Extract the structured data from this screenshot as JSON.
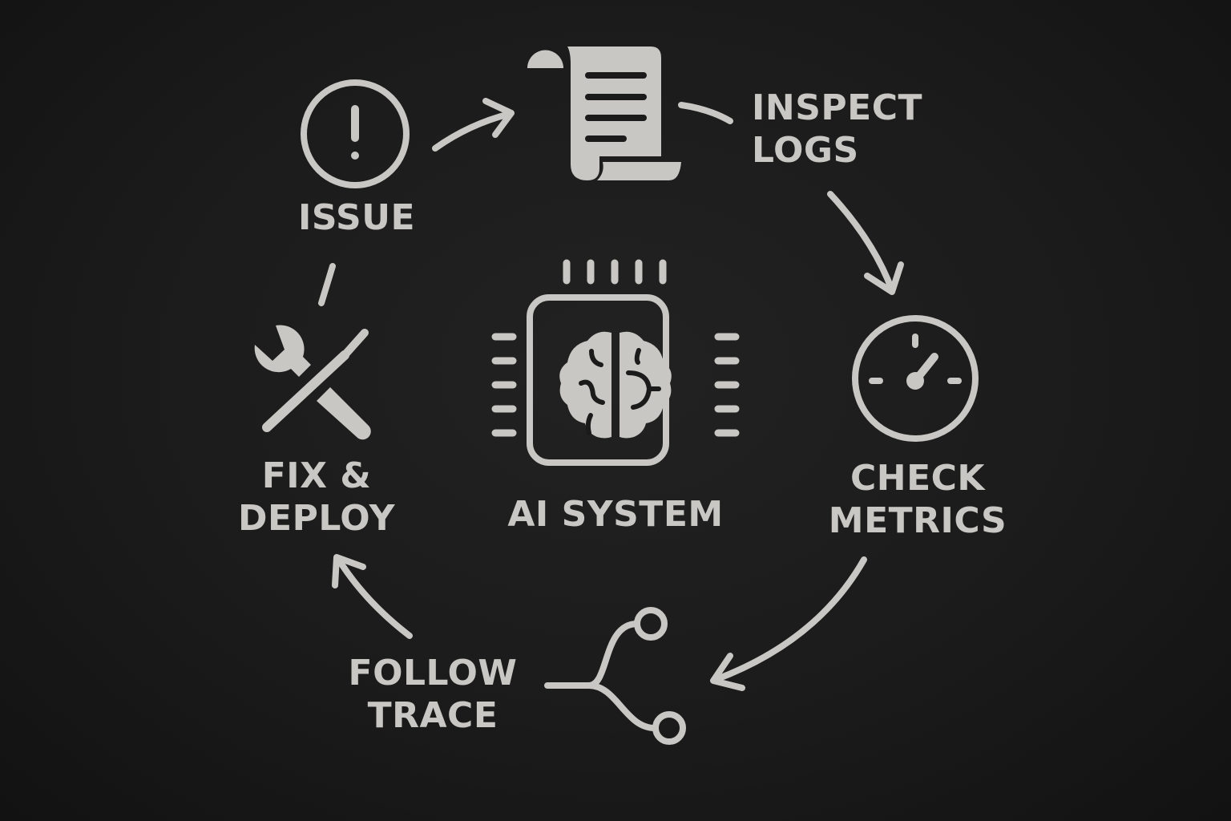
{
  "title": "AI System Debugging Cycle",
  "colors": {
    "background": "#1b1b1b",
    "foreground": "#c9c7c3"
  },
  "center": {
    "label": "AI SYSTEM",
    "icon": "chip-brain-icon"
  },
  "steps": [
    {
      "line1": "ISSUE",
      "line2": "",
      "icon": "alert-circle-icon"
    },
    {
      "line1": "INSPECT",
      "line2": "LOGS",
      "icon": "scroll-icon"
    },
    {
      "line1": "CHECK",
      "line2": "METRICS",
      "icon": "gauge-icon"
    },
    {
      "line1": "FOLLOW",
      "line2": "TRACE",
      "icon": "trace-icon"
    },
    {
      "line1": "FIX &",
      "line2": "DEPLOY",
      "icon": "tools-icon"
    }
  ]
}
